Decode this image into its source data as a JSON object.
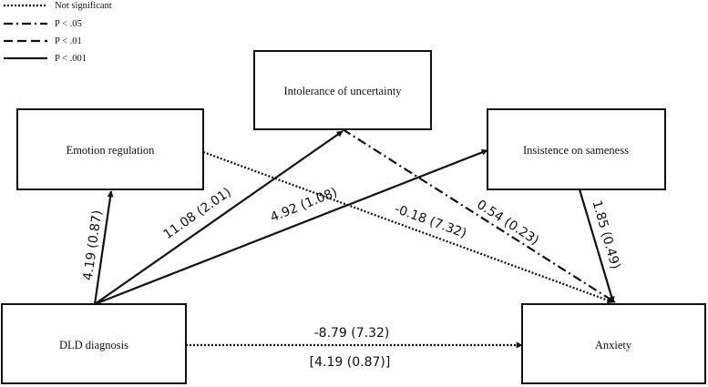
{
  "legend": [
    {
      "label": "Not significant",
      "style": "dotted"
    },
    {
      "label": "P < .05",
      "style": "dashdot"
    },
    {
      "label": "P < .01",
      "style": "dashed"
    },
    {
      "label": "P < .001",
      "style": "solid"
    }
  ],
  "nodes": {
    "intolerance": "Intolerance of uncertainty",
    "emotion": "Emotion regulation",
    "insistence": "Insistence on sameness",
    "dld": "DLD diagnosis",
    "anxiety": "Anxiety"
  },
  "paths": [
    {
      "from": "DLD diagnosis",
      "to": "Emotion regulation",
      "coefficient": "4.19 (0.87)",
      "significance": "P < .001"
    },
    {
      "from": "DLD diagnosis",
      "to": "Intolerance of uncertainty",
      "coefficient": "11.08 (2.01)",
      "significance": "P < .001"
    },
    {
      "from": "DLD diagnosis",
      "to": "Insistence on sameness",
      "coefficient": "4.92 (1.08)",
      "significance": "P < .001"
    },
    {
      "from": "Emotion regulation",
      "to": "Anxiety",
      "coefficient": "-0.18 (7.32)",
      "significance": "Not significant"
    },
    {
      "from": "Intolerance of uncertainty",
      "to": "Anxiety",
      "coefficient": "0.54 (0.23)",
      "significance": "P < .05"
    },
    {
      "from": "Insistence on sameness",
      "to": "Anxiety",
      "coefficient": "1.85 (0.49)",
      "significance": "P < .001"
    },
    {
      "from": "DLD diagnosis",
      "to": "Anxiety",
      "coefficient": "-8.79 (7.32)",
      "total_effect": "[4.19 (0.87)]",
      "significance": "Not significant"
    }
  ]
}
